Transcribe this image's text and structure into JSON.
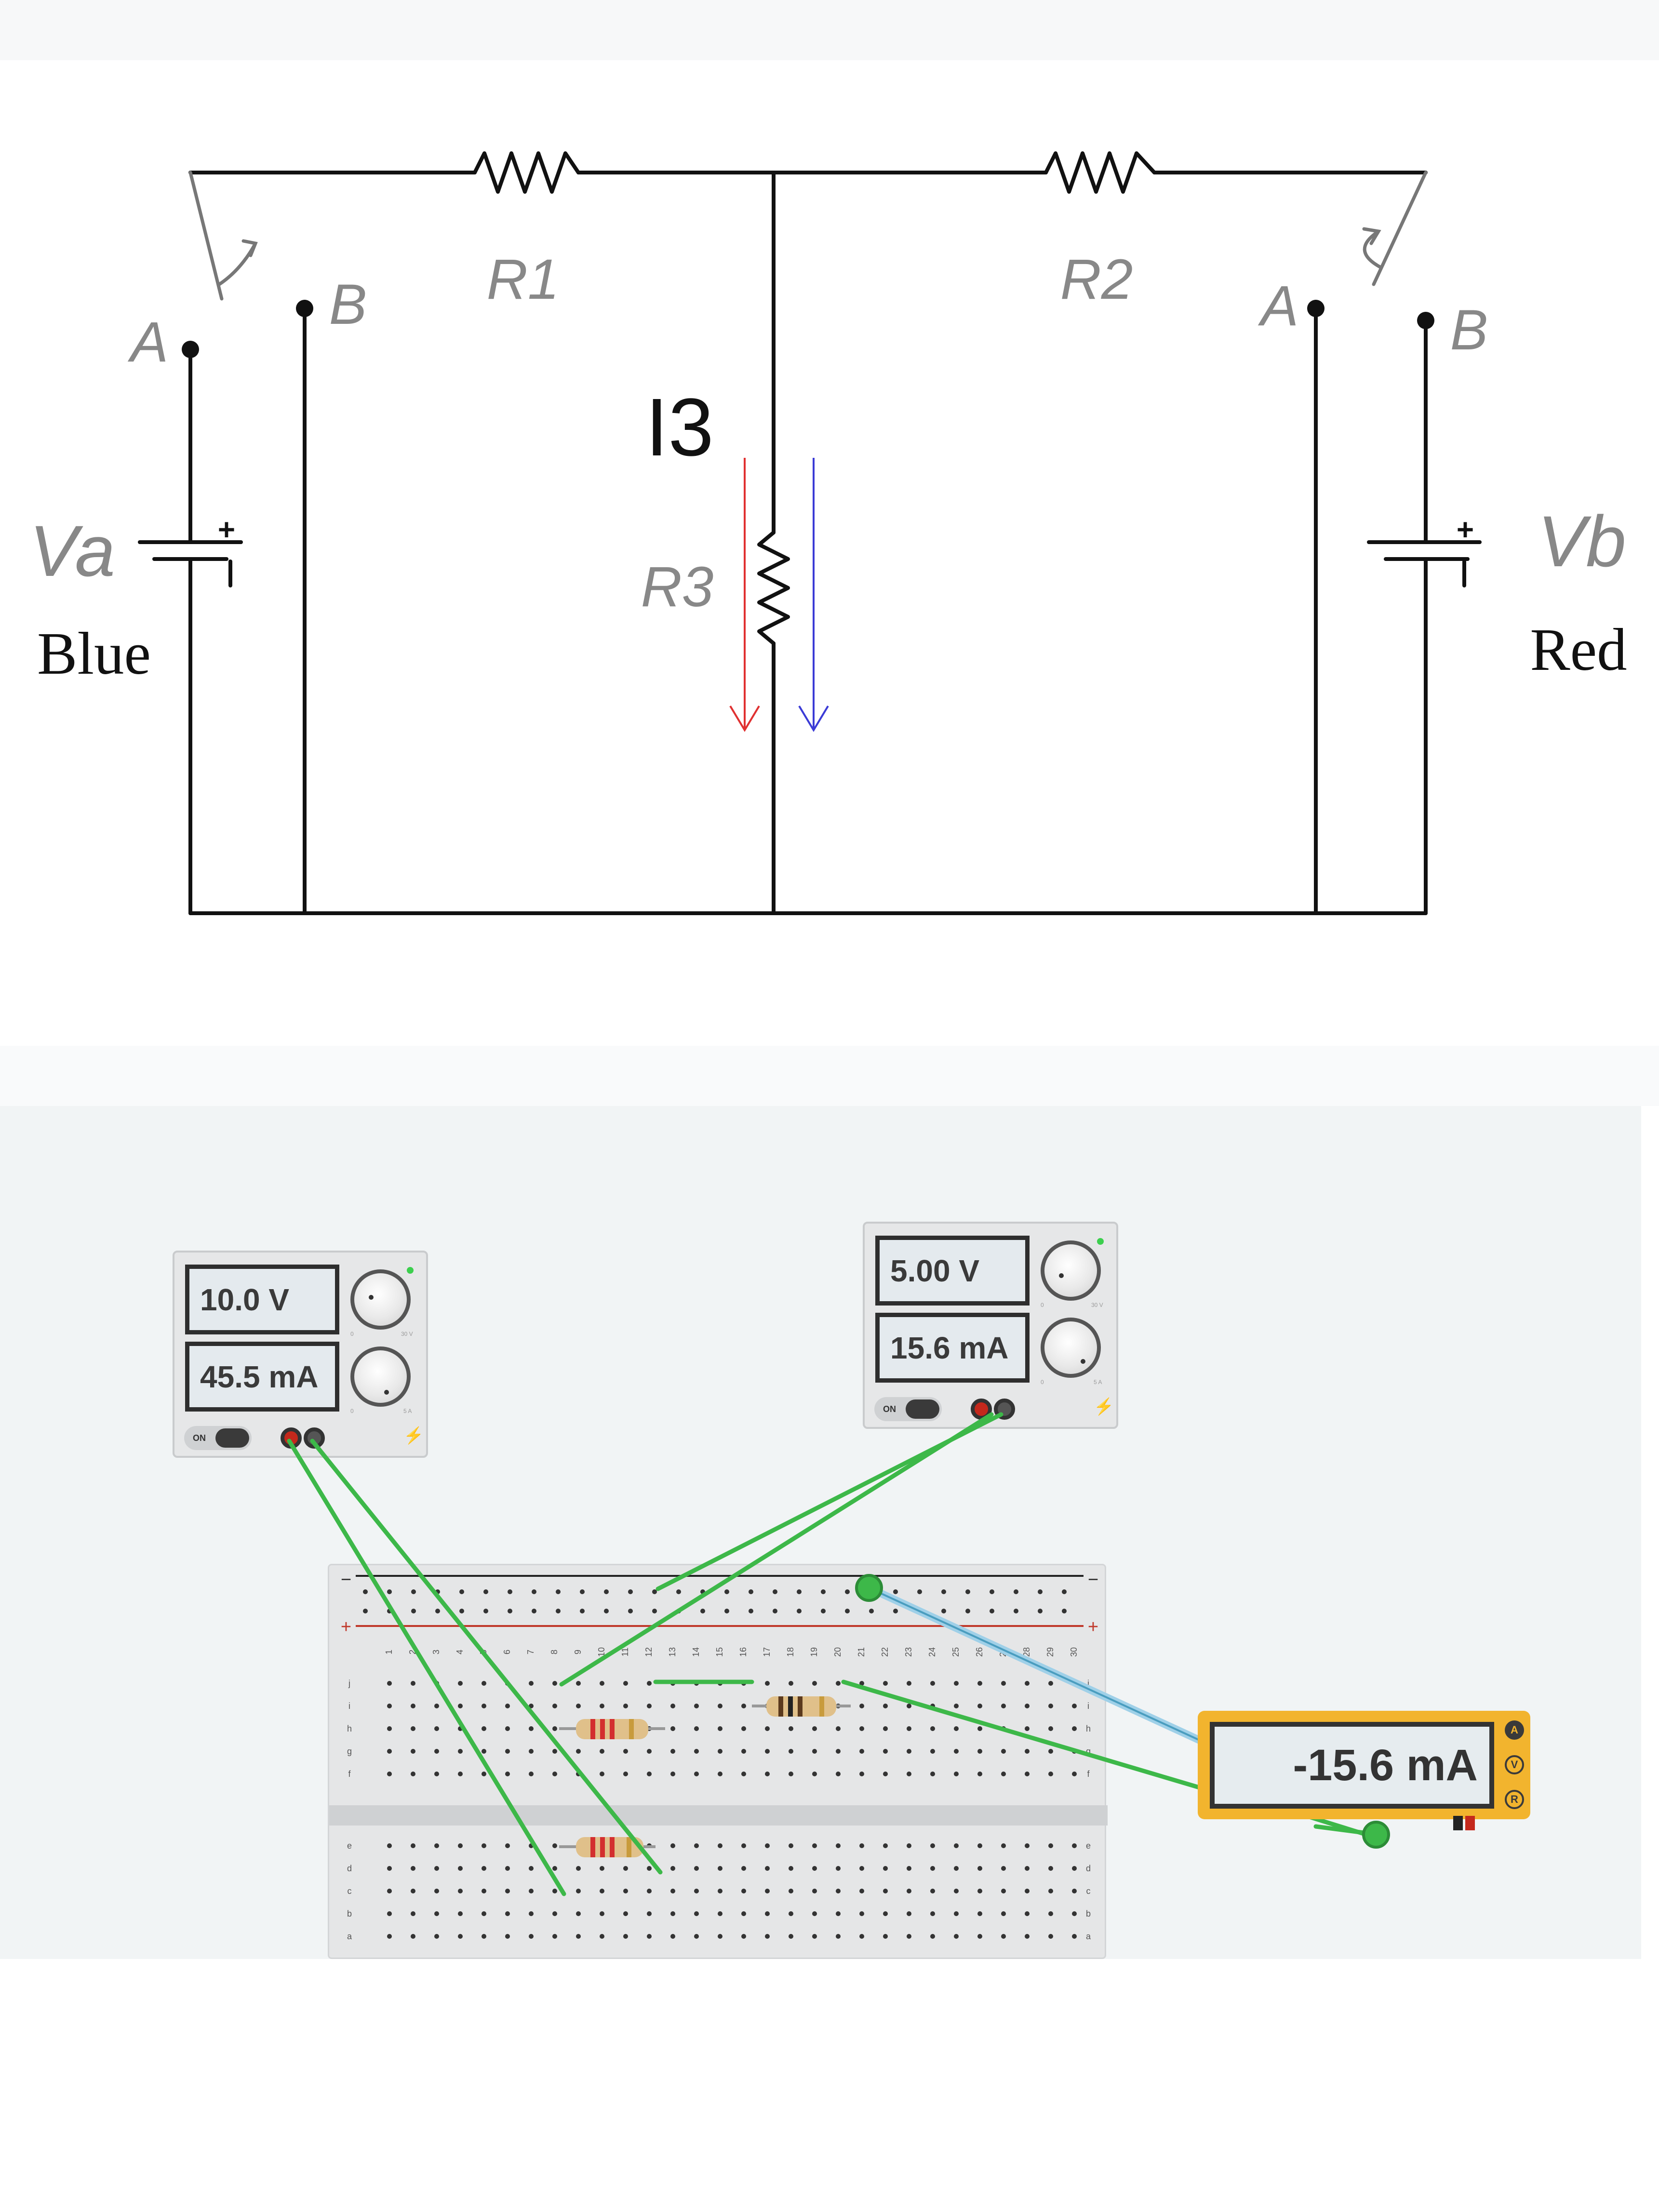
{
  "schematic": {
    "r1": "R1",
    "r2": "R2",
    "r3": "R3",
    "i3": "I3",
    "left_a": "A",
    "left_b": "B",
    "right_a": "A",
    "right_b": "B",
    "va": "Va",
    "vb": "Vb",
    "blue": "Blue",
    "red": "Red",
    "plus": "+"
  },
  "supply_left": {
    "voltage": "10.0 V",
    "current": "45.5 mA",
    "on_label": "ON",
    "voltage_max": "30 V",
    "current_max": "5 A",
    "zero": "0"
  },
  "supply_right": {
    "voltage": "5.00 V",
    "current": "15.6 mA",
    "on_label": "ON",
    "voltage_max": "30 V",
    "current_max": "5 A",
    "zero": "0"
  },
  "breadboard": {
    "rail_minus": "−",
    "rail_plus": "+",
    "columns": [
      "1",
      "2",
      "3",
      "4",
      "5",
      "6",
      "7",
      "8",
      "9",
      "10",
      "11",
      "12",
      "13",
      "14",
      "15",
      "16",
      "17",
      "18",
      "19",
      "20",
      "21",
      "22",
      "23",
      "24",
      "25",
      "26",
      "27",
      "28",
      "29",
      "30"
    ],
    "rows_top": [
      "j",
      "i",
      "h",
      "g",
      "f"
    ],
    "rows_bottom": [
      "e",
      "d",
      "c",
      "b",
      "a"
    ]
  },
  "multimeter": {
    "reading": "-15.6 mA",
    "modes": [
      "A",
      "V",
      "R"
    ],
    "active_mode": "A"
  },
  "colors": {
    "wire": "#3db849",
    "probe": "#9fd0e8",
    "current_red": "#e03131",
    "current_blue": "#3b3bd6",
    "meter": "#f2b42e"
  }
}
